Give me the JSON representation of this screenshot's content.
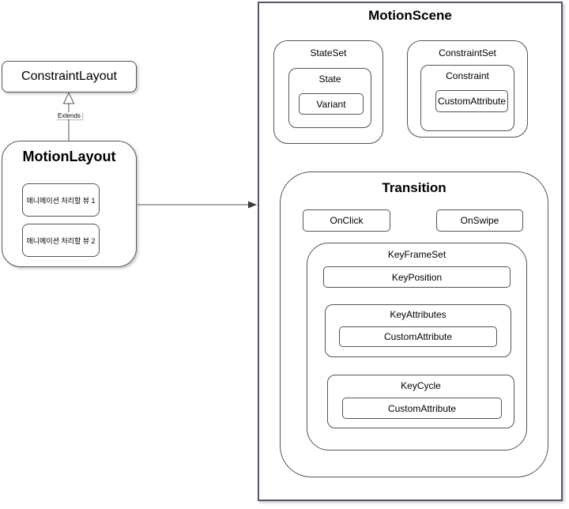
{
  "constraint_layout": {
    "label": "ConstraintLayout"
  },
  "extends_arrow": {
    "label": "Extends"
  },
  "motion_layout": {
    "title": "MotionLayout",
    "views": [
      "애니메이션 처리할 뷰 1",
      "애니메이션 처리할 뷰 2"
    ]
  },
  "motion_scene": {
    "title": "MotionScene",
    "state_set": {
      "title": "StateSet",
      "state": {
        "title": "State",
        "variant": "Variant"
      }
    },
    "constraint_set": {
      "title": "ConstraintSet",
      "constraint": {
        "title": "Constraint",
        "custom_attribute": "CustomAttribute"
      }
    },
    "transition": {
      "title": "Transition",
      "on_click": "OnClick",
      "on_swipe": "OnSwipe",
      "key_frame_set": {
        "title": "KeyFrameSet",
        "key_position": "KeyPosition",
        "key_attributes": {
          "title": "KeyAttributes",
          "custom_attribute": "CustomAttribute"
        },
        "key_cycle": {
          "title": "KeyCycle",
          "custom_attribute": "CustomAttribute"
        }
      }
    }
  },
  "colors": {
    "box_border": "#545454",
    "outer_border": "#55556a",
    "arrow": "#3b3b3b",
    "background": "#ffffff",
    "text": "#000000"
  }
}
